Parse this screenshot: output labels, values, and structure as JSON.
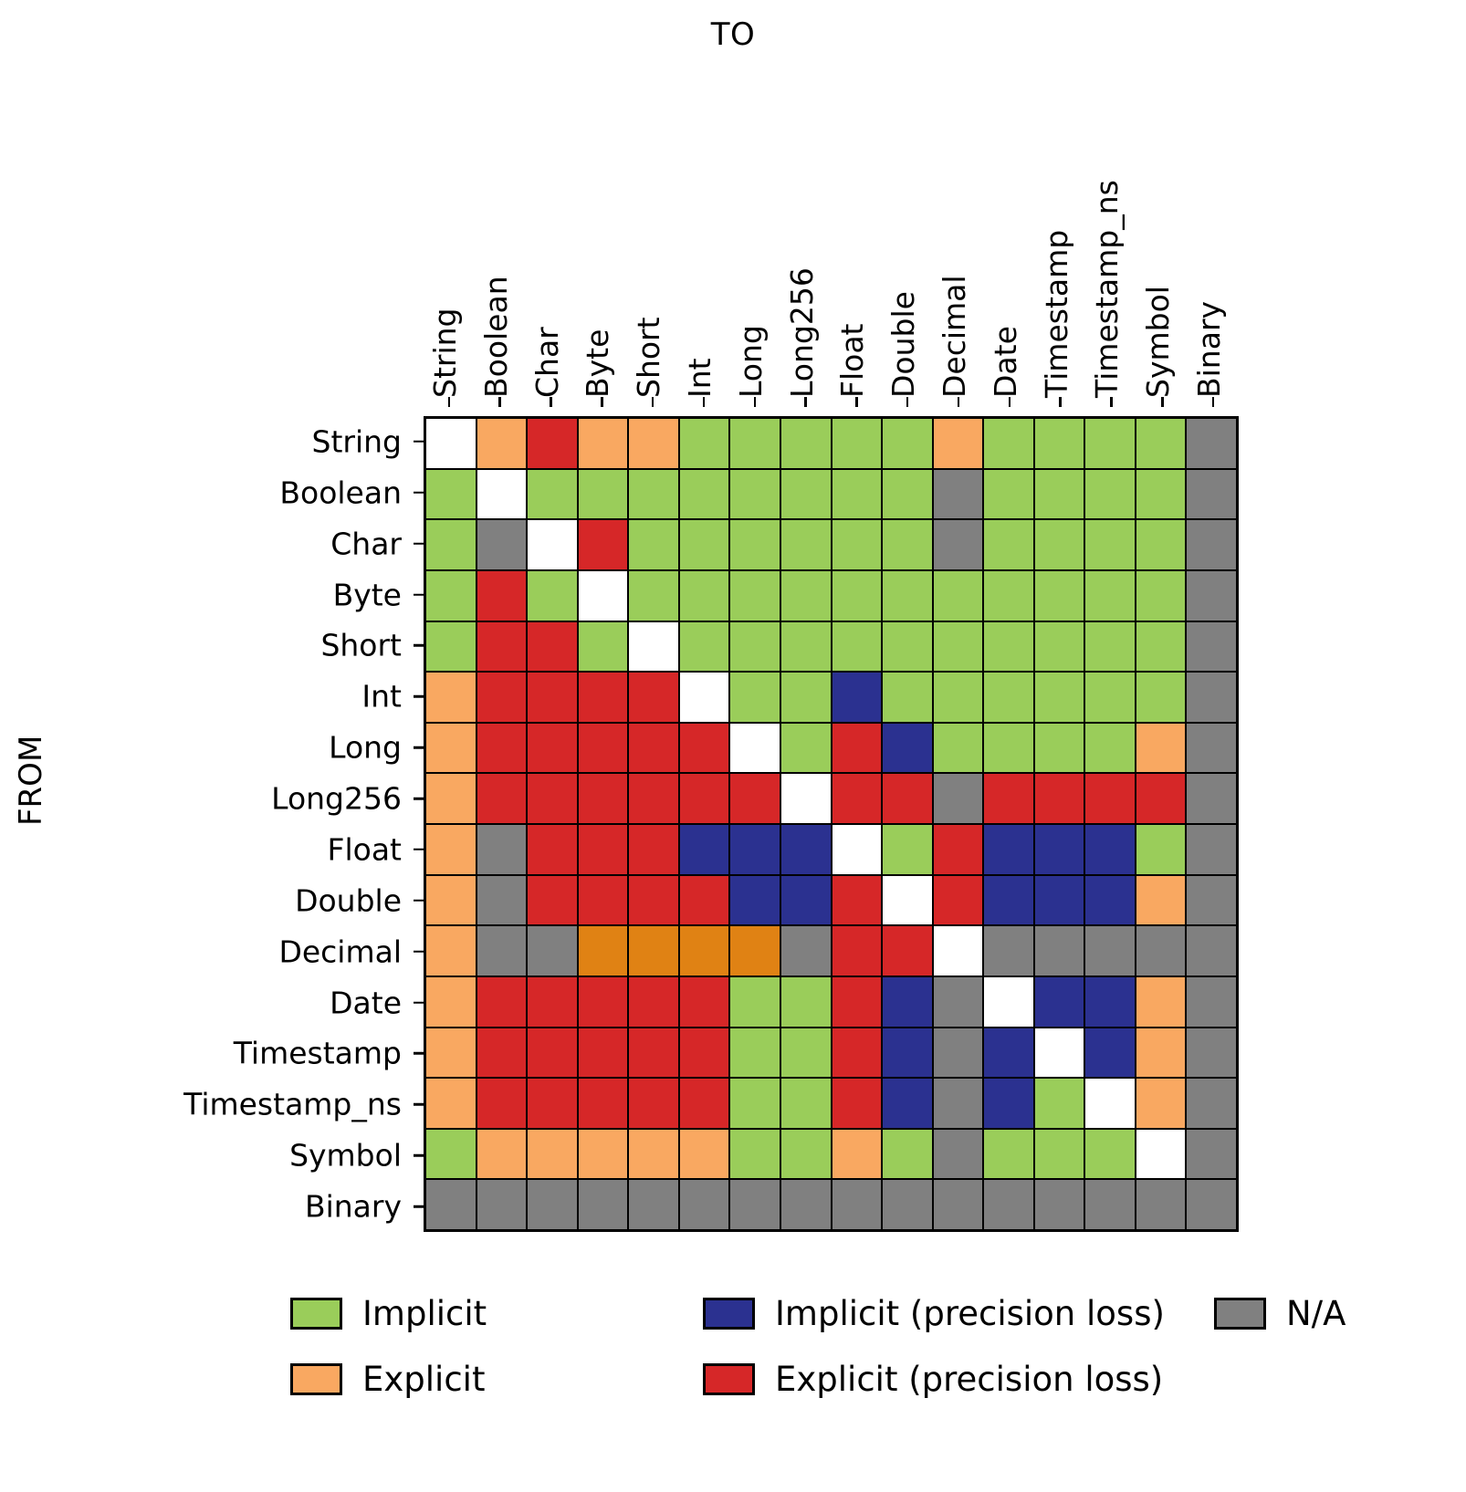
{
  "axes": {
    "x_title": "TO",
    "y_title": "FROM"
  },
  "legend": {
    "items": [
      {
        "label": "Implicit",
        "color": "#9ACD5A",
        "key": "implicit"
      },
      {
        "label": "Explicit",
        "color": "#F9A861",
        "key": "explicit"
      },
      {
        "label": "Implicit (precision loss)",
        "color": "#2B3190",
        "key": "implicit_loss"
      },
      {
        "label": "Explicit (precision loss)",
        "color": "#D62728",
        "key": "explicit_loss"
      },
      {
        "label": "N/A",
        "color": "#808080",
        "key": "na"
      }
    ]
  },
  "chart_data": {
    "type": "heatmap",
    "title": "",
    "xlabel": "TO",
    "ylabel": "FROM",
    "grid": true,
    "legend_position": "bottom",
    "categories_x": [
      "String",
      "Boolean",
      "Char",
      "Byte",
      "Short",
      "Int",
      "Long",
      "Long256",
      "Float",
      "Double",
      "Decimal",
      "Date",
      "Timestamp",
      "Timestamp_ns",
      "Symbol",
      "Binary"
    ],
    "categories_y": [
      "String",
      "Boolean",
      "Char",
      "Byte",
      "Short",
      "Int",
      "Long",
      "Long256",
      "Float",
      "Double",
      "Decimal",
      "Date",
      "Timestamp",
      "Timestamp_ns",
      "Symbol",
      "Binary"
    ],
    "value_colors": {
      "implicit": "#9ACD5A",
      "explicit": "#F9A861",
      "implicit_loss": "#2B3190",
      "explicit_loss": "#D62728",
      "partial": "#E08214",
      "na": "#808080",
      "self": "#FFFFFF"
    },
    "value_labels": {
      "implicit": "Implicit",
      "explicit": "Explicit",
      "implicit_loss": "Implicit (precision loss)",
      "explicit_loss": "Explicit (precision loss)",
      "partial": "Explicit (precision loss)",
      "na": "N/A",
      "self": ""
    },
    "matrix": [
      [
        "self",
        "explicit",
        "explicit_loss",
        "explicit",
        "explicit",
        "implicit",
        "implicit",
        "implicit",
        "implicit",
        "implicit",
        "explicit",
        "implicit",
        "implicit",
        "implicit",
        "implicit",
        "na"
      ],
      [
        "implicit",
        "self",
        "implicit",
        "implicit",
        "implicit",
        "implicit",
        "implicit",
        "implicit",
        "implicit",
        "implicit",
        "na",
        "implicit",
        "implicit",
        "implicit",
        "implicit",
        "na"
      ],
      [
        "implicit",
        "na",
        "self",
        "explicit_loss",
        "implicit",
        "implicit",
        "implicit",
        "implicit",
        "implicit",
        "implicit",
        "na",
        "implicit",
        "implicit",
        "implicit",
        "implicit",
        "na"
      ],
      [
        "implicit",
        "explicit_loss",
        "implicit",
        "self",
        "implicit",
        "implicit",
        "implicit",
        "implicit",
        "implicit",
        "implicit",
        "implicit",
        "implicit",
        "implicit",
        "implicit",
        "implicit",
        "na"
      ],
      [
        "implicit",
        "explicit_loss",
        "explicit_loss",
        "implicit",
        "self",
        "implicit",
        "implicit",
        "implicit",
        "implicit",
        "implicit",
        "implicit",
        "implicit",
        "implicit",
        "implicit",
        "implicit",
        "na"
      ],
      [
        "explicit",
        "explicit_loss",
        "explicit_loss",
        "explicit_loss",
        "explicit_loss",
        "self",
        "implicit",
        "implicit",
        "implicit_loss",
        "implicit",
        "implicit",
        "implicit",
        "implicit",
        "implicit",
        "implicit",
        "na"
      ],
      [
        "explicit",
        "explicit_loss",
        "explicit_loss",
        "explicit_loss",
        "explicit_loss",
        "explicit_loss",
        "self",
        "implicit",
        "explicit_loss",
        "implicit_loss",
        "implicit",
        "implicit",
        "implicit",
        "implicit",
        "explicit",
        "na"
      ],
      [
        "explicit",
        "explicit_loss",
        "explicit_loss",
        "explicit_loss",
        "explicit_loss",
        "explicit_loss",
        "explicit_loss",
        "self",
        "explicit_loss",
        "explicit_loss",
        "na",
        "explicit_loss",
        "explicit_loss",
        "explicit_loss",
        "explicit_loss",
        "na"
      ],
      [
        "explicit",
        "na",
        "explicit_loss",
        "explicit_loss",
        "explicit_loss",
        "implicit_loss",
        "implicit_loss",
        "implicit_loss",
        "self",
        "implicit",
        "explicit_loss",
        "implicit_loss",
        "implicit_loss",
        "implicit_loss",
        "implicit",
        "na"
      ],
      [
        "explicit",
        "na",
        "explicit_loss",
        "explicit_loss",
        "explicit_loss",
        "explicit_loss",
        "implicit_loss",
        "implicit_loss",
        "explicit_loss",
        "self",
        "explicit_loss",
        "implicit_loss",
        "implicit_loss",
        "implicit_loss",
        "explicit",
        "na"
      ],
      [
        "explicit",
        "na",
        "na",
        "partial",
        "partial",
        "partial",
        "partial",
        "na",
        "explicit_loss",
        "explicit_loss",
        "self",
        "na",
        "na",
        "na",
        "na",
        "na"
      ],
      [
        "explicit",
        "explicit_loss",
        "explicit_loss",
        "explicit_loss",
        "explicit_loss",
        "explicit_loss",
        "implicit",
        "implicit",
        "explicit_loss",
        "implicit_loss",
        "na",
        "self",
        "implicit_loss",
        "implicit_loss",
        "explicit",
        "na"
      ],
      [
        "explicit",
        "explicit_loss",
        "explicit_loss",
        "explicit_loss",
        "explicit_loss",
        "explicit_loss",
        "implicit",
        "implicit",
        "explicit_loss",
        "implicit_loss",
        "na",
        "implicit_loss",
        "self",
        "implicit_loss",
        "explicit",
        "na"
      ],
      [
        "explicit",
        "explicit_loss",
        "explicit_loss",
        "explicit_loss",
        "explicit_loss",
        "explicit_loss",
        "implicit",
        "implicit",
        "explicit_loss",
        "implicit_loss",
        "na",
        "implicit_loss",
        "implicit",
        "self",
        "explicit",
        "na"
      ],
      [
        "implicit",
        "explicit",
        "explicit",
        "explicit",
        "explicit",
        "explicit",
        "implicit",
        "implicit",
        "explicit",
        "implicit",
        "na",
        "implicit",
        "implicit",
        "implicit",
        "self",
        "na"
      ],
      [
        "na",
        "na",
        "na",
        "na",
        "na",
        "na",
        "na",
        "na",
        "na",
        "na",
        "na",
        "na",
        "na",
        "na",
        "na",
        "na"
      ]
    ]
  }
}
